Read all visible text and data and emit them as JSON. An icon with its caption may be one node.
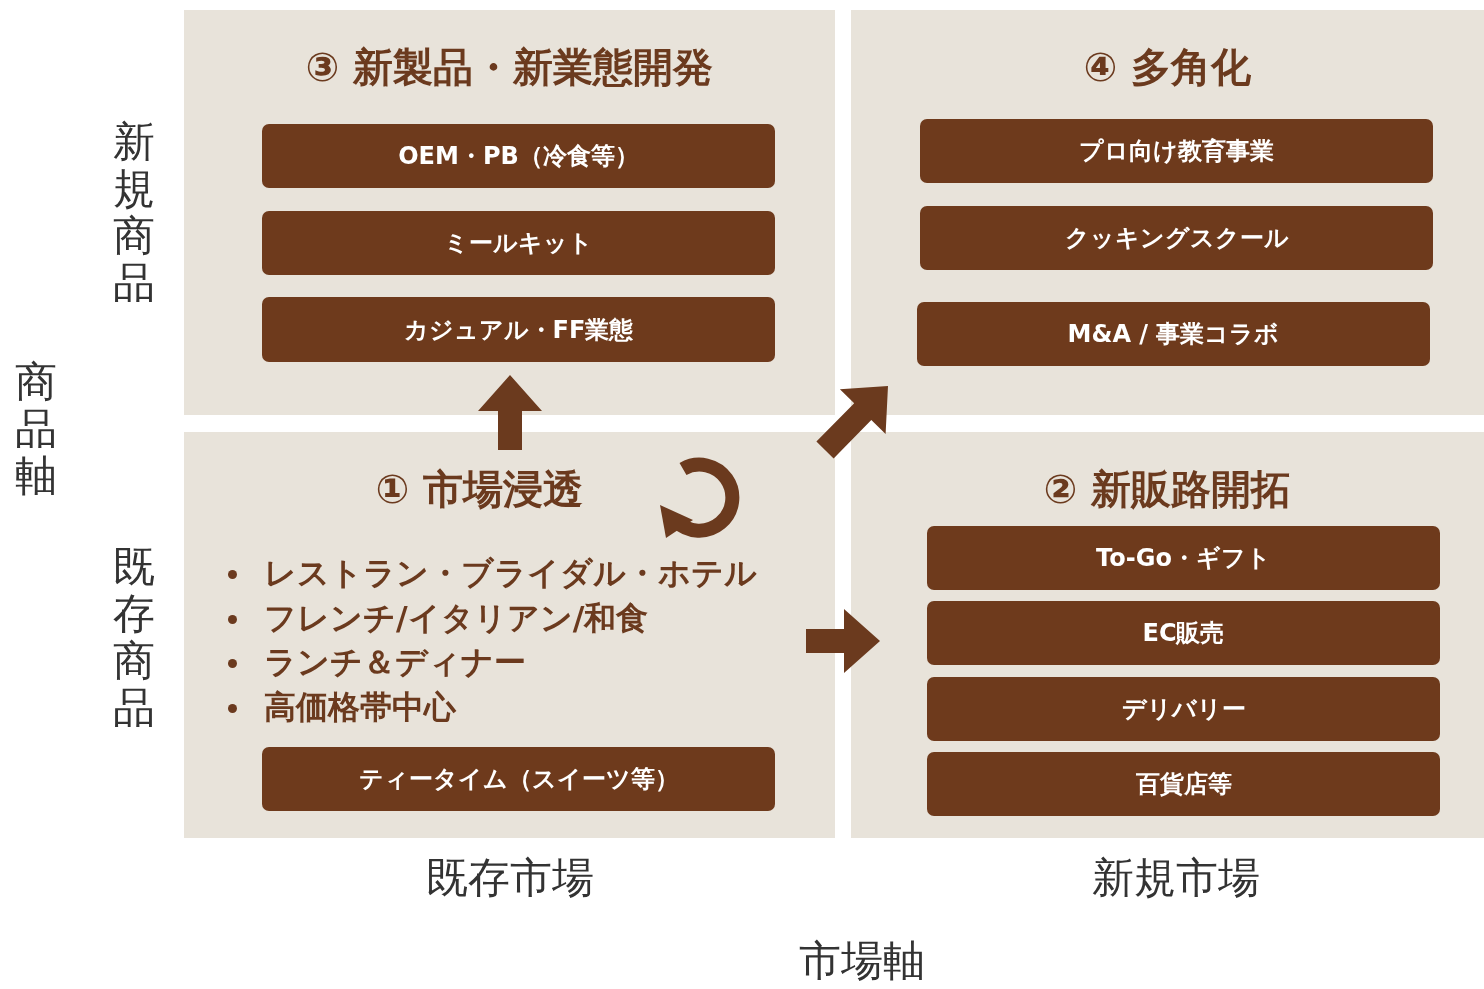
{
  "diagram": {
    "nodes": [
      {
        "text": [
          "③ 新製品・新業態開発"
        ]
      },
      {
        "text": [
          "OEM・PB（冷食等）"
        ],
        "in": 0
      },
      {
        "text": [
          "ミールキット"
        ],
        "in": 0
      },
      {
        "text": [
          "カジュアル・FF業態"
        ],
        "in": 0
      },
      {
        "text": [
          "④ 多角化"
        ]
      },
      {
        "text": [
          "プロ向け教育事業"
        ],
        "in": 4
      },
      {
        "text": [
          "クッキングスクール"
        ],
        "in": 4
      },
      {
        "text": [
          "M&A / 事業コラボ"
        ],
        "in": 4
      },
      {
        "text": [
          "① 市場浸透",
          "レストラン・ブライダル・ホテル",
          "フレンチ/イタリアン/和食",
          "ランチ＆ディナー",
          "高価格帯中心"
        ]
      },
      {
        "text": [
          "ティータイム（スイーツ等）"
        ],
        "in": 8
      },
      {
        "text": [
          "② 新販路開拓"
        ]
      },
      {
        "text": [
          "To-Go・ギフト"
        ],
        "in": 10
      },
      {
        "text": [
          "EC販売"
        ],
        "in": 10
      },
      {
        "text": [
          "デリバリー"
        ],
        "in": 10
      },
      {
        "text": [
          "百貨店等"
        ],
        "in": 10
      }
    ],
    "edges": [
      {
        "from": 8,
        "to": 0,
        "arrow": "to",
        "style": "thick"
      },
      {
        "from": 8,
        "to": 4,
        "arrow": "to",
        "style": "thick"
      },
      {
        "from": 8,
        "to": 10,
        "arrow": "to",
        "style": "thick"
      }
    ],
    "labels": [
      "新規商品",
      "既存商品",
      "商品軸",
      "既存市場",
      "新規市場",
      "市場軸"
    ]
  }
}
